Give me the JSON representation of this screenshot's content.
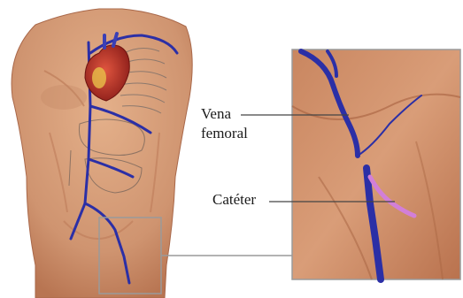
{
  "labels": {
    "vein_line1": "Vena",
    "vein_line2": "femoral",
    "catheter": "Catéter"
  },
  "icons": [
    "human-torso-illustration",
    "heart-illustration",
    "magnified-groin-inset",
    "femoral-vein-illustration",
    "catheter-illustration"
  ],
  "colors": {
    "skin": "#d49a74",
    "skin_shadow": "#b97654",
    "vein": "#2b2fa6",
    "catheter": "#d27fd8",
    "heart": "#b9322a",
    "frame": "#9a9a9a",
    "leader": "#444444"
  }
}
